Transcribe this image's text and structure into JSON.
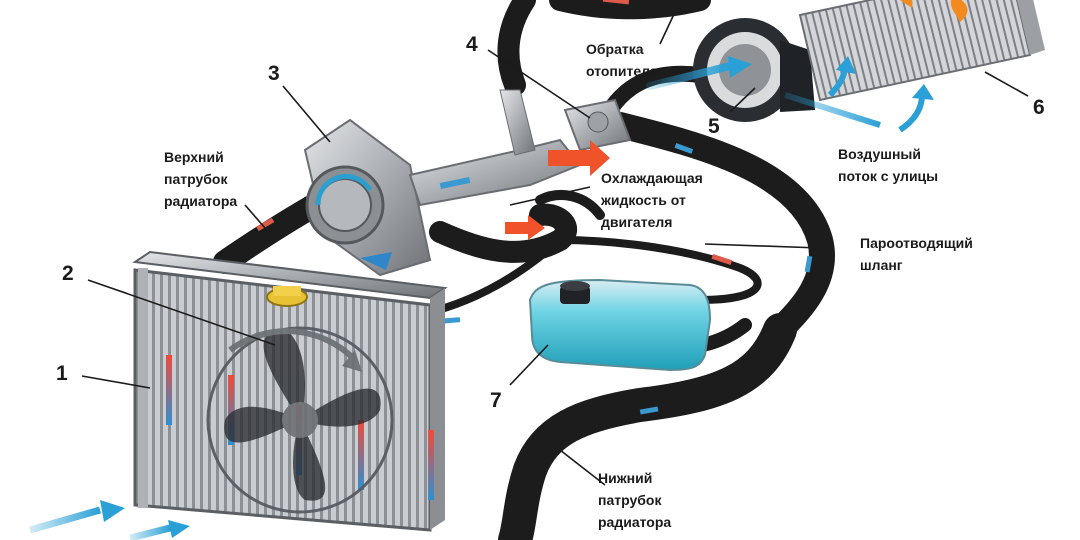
{
  "numbers": {
    "n1": "1",
    "n2": "2",
    "n3": "3",
    "n4": "4",
    "n5": "5",
    "n6": "6",
    "n7": "7"
  },
  "labels": {
    "upper_hose": [
      "Верхний",
      "патрубок",
      "радиатора"
    ],
    "heater_return": [
      "Обратка",
      "отопителя"
    ],
    "engine_coolant": [
      "Охлаждающая",
      "жидкость от",
      "двигателя"
    ],
    "outside_airflow": [
      "Воздушный",
      "поток с улицы"
    ],
    "vapor_hose": [
      "Пароотводящий",
      "шланг"
    ],
    "lower_hose": [
      "Нижний",
      "патрубок",
      "радиатора"
    ]
  },
  "colors": {
    "hose": "#1c1c1c",
    "metal": "#b9bcc0",
    "coolant": "#2bb3cc",
    "hot_flow": "#f0522a",
    "cold_flow": "#2f86c8",
    "air_arrow": "#2aa0d6",
    "heat_flame": "#f28a1e"
  }
}
